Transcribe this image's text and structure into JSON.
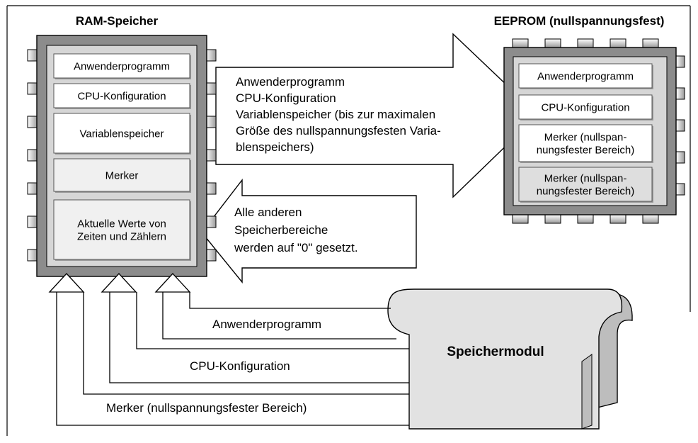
{
  "ram": {
    "title": "RAM-Speicher",
    "blocks": [
      {
        "lines": [
          "Anwenderprogramm"
        ],
        "shade": "white"
      },
      {
        "lines": [
          "CPU-Konfiguration"
        ],
        "shade": "white"
      },
      {
        "lines": [
          "Variablenspeicher"
        ],
        "shade": "white"
      },
      {
        "lines": [
          "Merker"
        ],
        "shade": "light"
      },
      {
        "lines": [
          "Aktuelle Werte von",
          "Zeiten und Zählern"
        ],
        "shade": "light"
      }
    ]
  },
  "eeprom": {
    "title": "EEPROM (nullspannungsfest)",
    "blocks": [
      {
        "lines": [
          "Anwenderprogramm"
        ],
        "shade": "white"
      },
      {
        "lines": [
          "CPU-Konfiguration"
        ],
        "shade": "white"
      },
      {
        "lines": [
          "Merker (nullspan-",
          "nungsfester Bereich)"
        ],
        "shade": "white"
      },
      {
        "lines": [
          "Merker (nullspan-",
          "nungsfester Bereich)"
        ],
        "shade": "gray"
      }
    ]
  },
  "copy_arrow_text": [
    "Anwenderprogramm",
    "CPU-Konfiguration",
    "Variablenspeicher (bis zur maximalen",
    "Größe des nullspannungsfesten Varia-",
    "blenspeichers)"
  ],
  "return_arrow_text": [
    "Alle anderen",
    "Speicherbereiche",
    "werden auf \"0\" gesetzt."
  ],
  "module": {
    "label": "Speichermodul",
    "lines": [
      "Anwenderprogramm",
      "CPU-Konfiguration",
      "Merker (nullspannungsfester Bereich)"
    ]
  },
  "colors": {
    "chip_body": "#8c8c8c",
    "chip_inner": "#d6d6d6",
    "block_white": "#ffffff",
    "block_light": "#f0f0f0",
    "block_gray": "#dedede",
    "module_fill": "#e2e2e2",
    "stroke": "#000000"
  }
}
